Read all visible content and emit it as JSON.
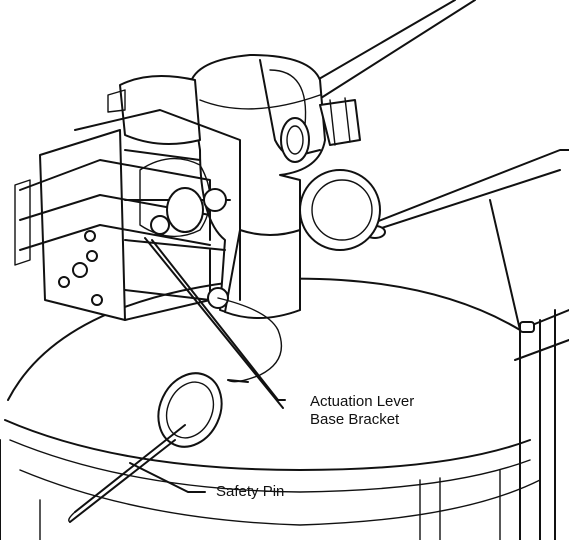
{
  "callouts": {
    "actuation_line1": "Actuation Lever",
    "actuation_line2": "Base Bracket",
    "safety_pin": "Safety Pin"
  }
}
